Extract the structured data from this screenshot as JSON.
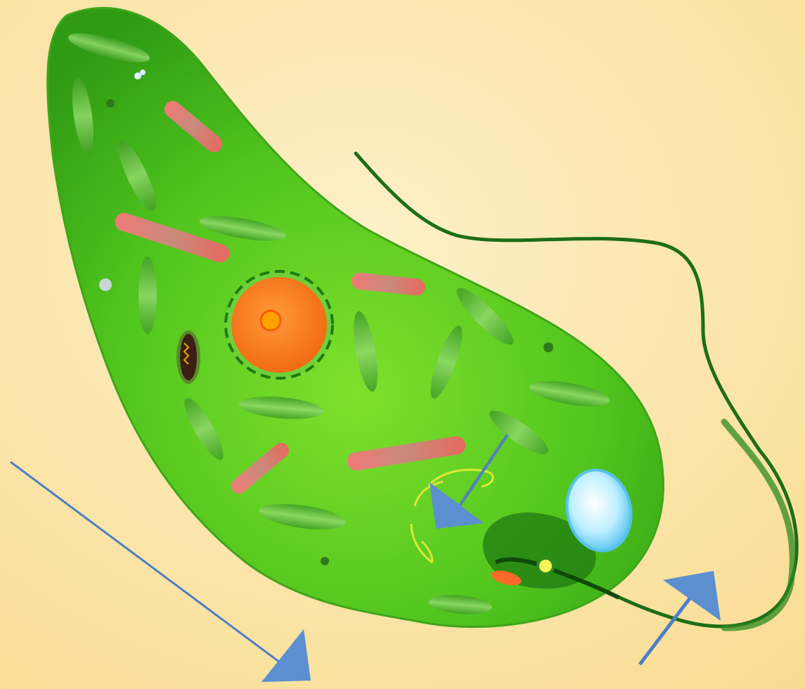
{
  "diagram": {
    "subject": "euglena",
    "colors": {
      "background_light": "#fdf0c8",
      "background_dark": "#f9dc92",
      "body_dark": "#2f9a14",
      "body_mid": "#52c61e",
      "body_light": "#7fe02c",
      "chloroplast": "#54b830",
      "mitochondrion": "#e0606a",
      "nucleus": "#ff7a1e",
      "nucleolus": "#ffa200",
      "vacuole": "#bfefff",
      "flagellum": "#1d6e16",
      "arrow": "#5b8fd0"
    },
    "parts": [
      {
        "id": "flagellum",
        "label": ""
      },
      {
        "id": "nucleus",
        "label": ""
      },
      {
        "id": "contractile-vacuole",
        "label": ""
      },
      {
        "id": "eyespot",
        "label": ""
      },
      {
        "id": "paramylon-body",
        "label": ""
      },
      {
        "id": "reservoir",
        "label": ""
      }
    ],
    "pointer_arrows": [
      {
        "id": "arrow-left",
        "label": ""
      },
      {
        "id": "arrow-middle",
        "label": ""
      },
      {
        "id": "arrow-right",
        "label": ""
      }
    ]
  }
}
